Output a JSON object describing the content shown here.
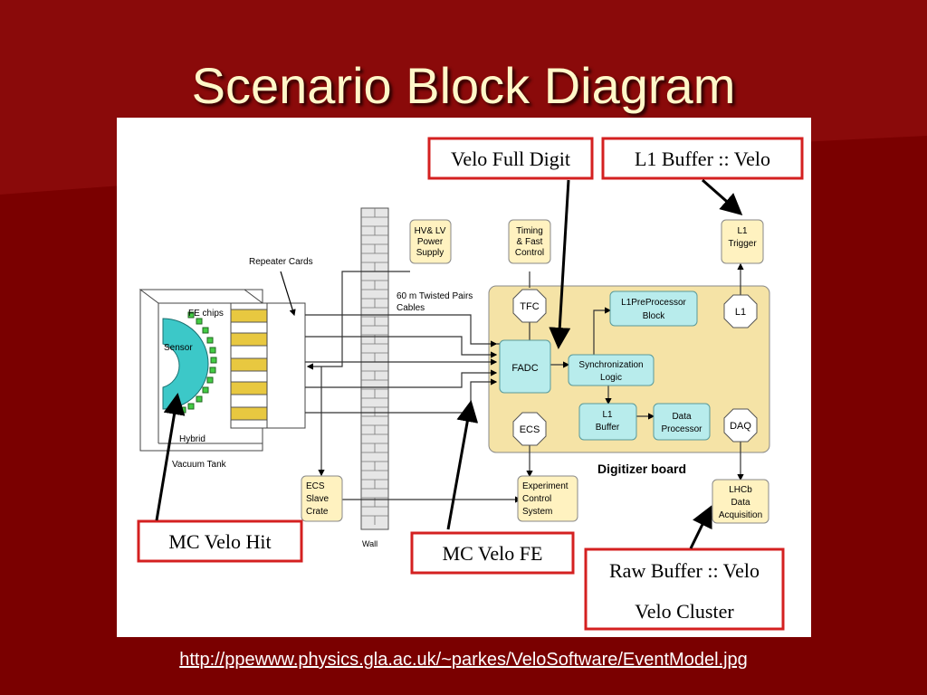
{
  "slide": {
    "title": "Scenario Block Diagram",
    "source_url": "http://ppewww.physics.gla.ac.uk/~parkes/VeloSoftware/EventModel.jpg"
  },
  "diagram": {
    "callouts": {
      "velo_full_digit": "Velo Full Digit",
      "l1_buffer_velo": "L1 Buffer :: Velo",
      "mc_velo_hit": "MC Velo Hit",
      "mc_velo_fe": "MC Velo FE",
      "raw_buffer_velo": "Raw Buffer :: Velo",
      "velo_cluster": "Velo Cluster"
    },
    "labels": {
      "repeater_cards": "Repeater Cards",
      "fe_chips": "FE chips",
      "sensor": "Sensor",
      "hybrid": "Hybrid",
      "vacuum_tank": "Vacuum Tank",
      "wall": "Wall",
      "hv_lv_1": "HV& LV",
      "hv_lv_2": "Power",
      "hv_lv_3": "Supply",
      "twisted_1": "60 m Twisted Pairs",
      "twisted_2": "Cables",
      "ecs_slave_1": "ECS",
      "ecs_slave_2": "Slave",
      "ecs_slave_3": "Crate",
      "timing_1": "Timing",
      "timing_2": "& Fast",
      "timing_3": "Control",
      "tfc": "TFC",
      "fadc": "FADC",
      "l1pre_1": "L1PreProcessor",
      "l1pre_2": "Block",
      "sync_1": "Synchronization",
      "sync_2": "Logic",
      "l1buf_1": "L1",
      "l1buf_2": "Buffer",
      "datap_1": "Data",
      "datap_2": "Processor",
      "ecs": "ECS",
      "daq": "DAQ",
      "l1": "L1",
      "l1trig_1": "L1",
      "l1trig_2": "Trigger",
      "digitizer_board": "Digitizer board",
      "exp_1": "Experiment",
      "exp_2": "Control",
      "exp_3": "System",
      "lhcb_1": "LHCb",
      "lhcb_2": "Data",
      "lhcb_3": "Acquisition"
    }
  },
  "colors": {
    "background": "#7a0000",
    "title": "#fff7c8",
    "callout_border": "#d42020",
    "board_fill": "#f5e3a6",
    "cyan_box": "#b8ecec",
    "module_box": "#fff2c0"
  }
}
